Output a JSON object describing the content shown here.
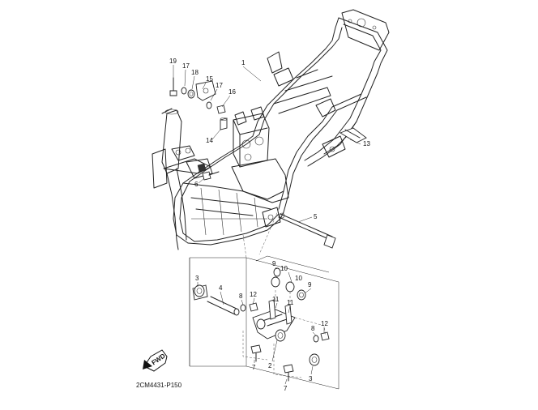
{
  "diagram": {
    "drawing_code": "2CM4431-P150",
    "fwd_label": "FWD",
    "callouts": [
      {
        "id": "c1",
        "label": "1"
      },
      {
        "id": "c19",
        "label": "19"
      },
      {
        "id": "c17a",
        "label": "17"
      },
      {
        "id": "c18",
        "label": "18"
      },
      {
        "id": "c15",
        "label": "15"
      },
      {
        "id": "c17b",
        "label": "17"
      },
      {
        "id": "c16",
        "label": "16"
      },
      {
        "id": "c14",
        "label": "14"
      },
      {
        "id": "c6",
        "label": "6"
      },
      {
        "id": "c13",
        "label": "13"
      },
      {
        "id": "c5",
        "label": "5"
      },
      {
        "id": "c3a",
        "label": "3"
      },
      {
        "id": "c4",
        "label": "4"
      },
      {
        "id": "c8a",
        "label": "8"
      },
      {
        "id": "c12a",
        "label": "12"
      },
      {
        "id": "c9a",
        "label": "9"
      },
      {
        "id": "c10a",
        "label": "10"
      },
      {
        "id": "c10b",
        "label": "10"
      },
      {
        "id": "c9b",
        "label": "9"
      },
      {
        "id": "c11a",
        "label": "11"
      },
      {
        "id": "c11b",
        "label": "11"
      },
      {
        "id": "c2",
        "label": "2"
      },
      {
        "id": "c8b",
        "label": "8"
      },
      {
        "id": "c12b",
        "label": "12"
      },
      {
        "id": "c7a",
        "label": "7"
      },
      {
        "id": "c7b",
        "label": "7"
      },
      {
        "id": "c3b",
        "label": "3"
      }
    ]
  }
}
